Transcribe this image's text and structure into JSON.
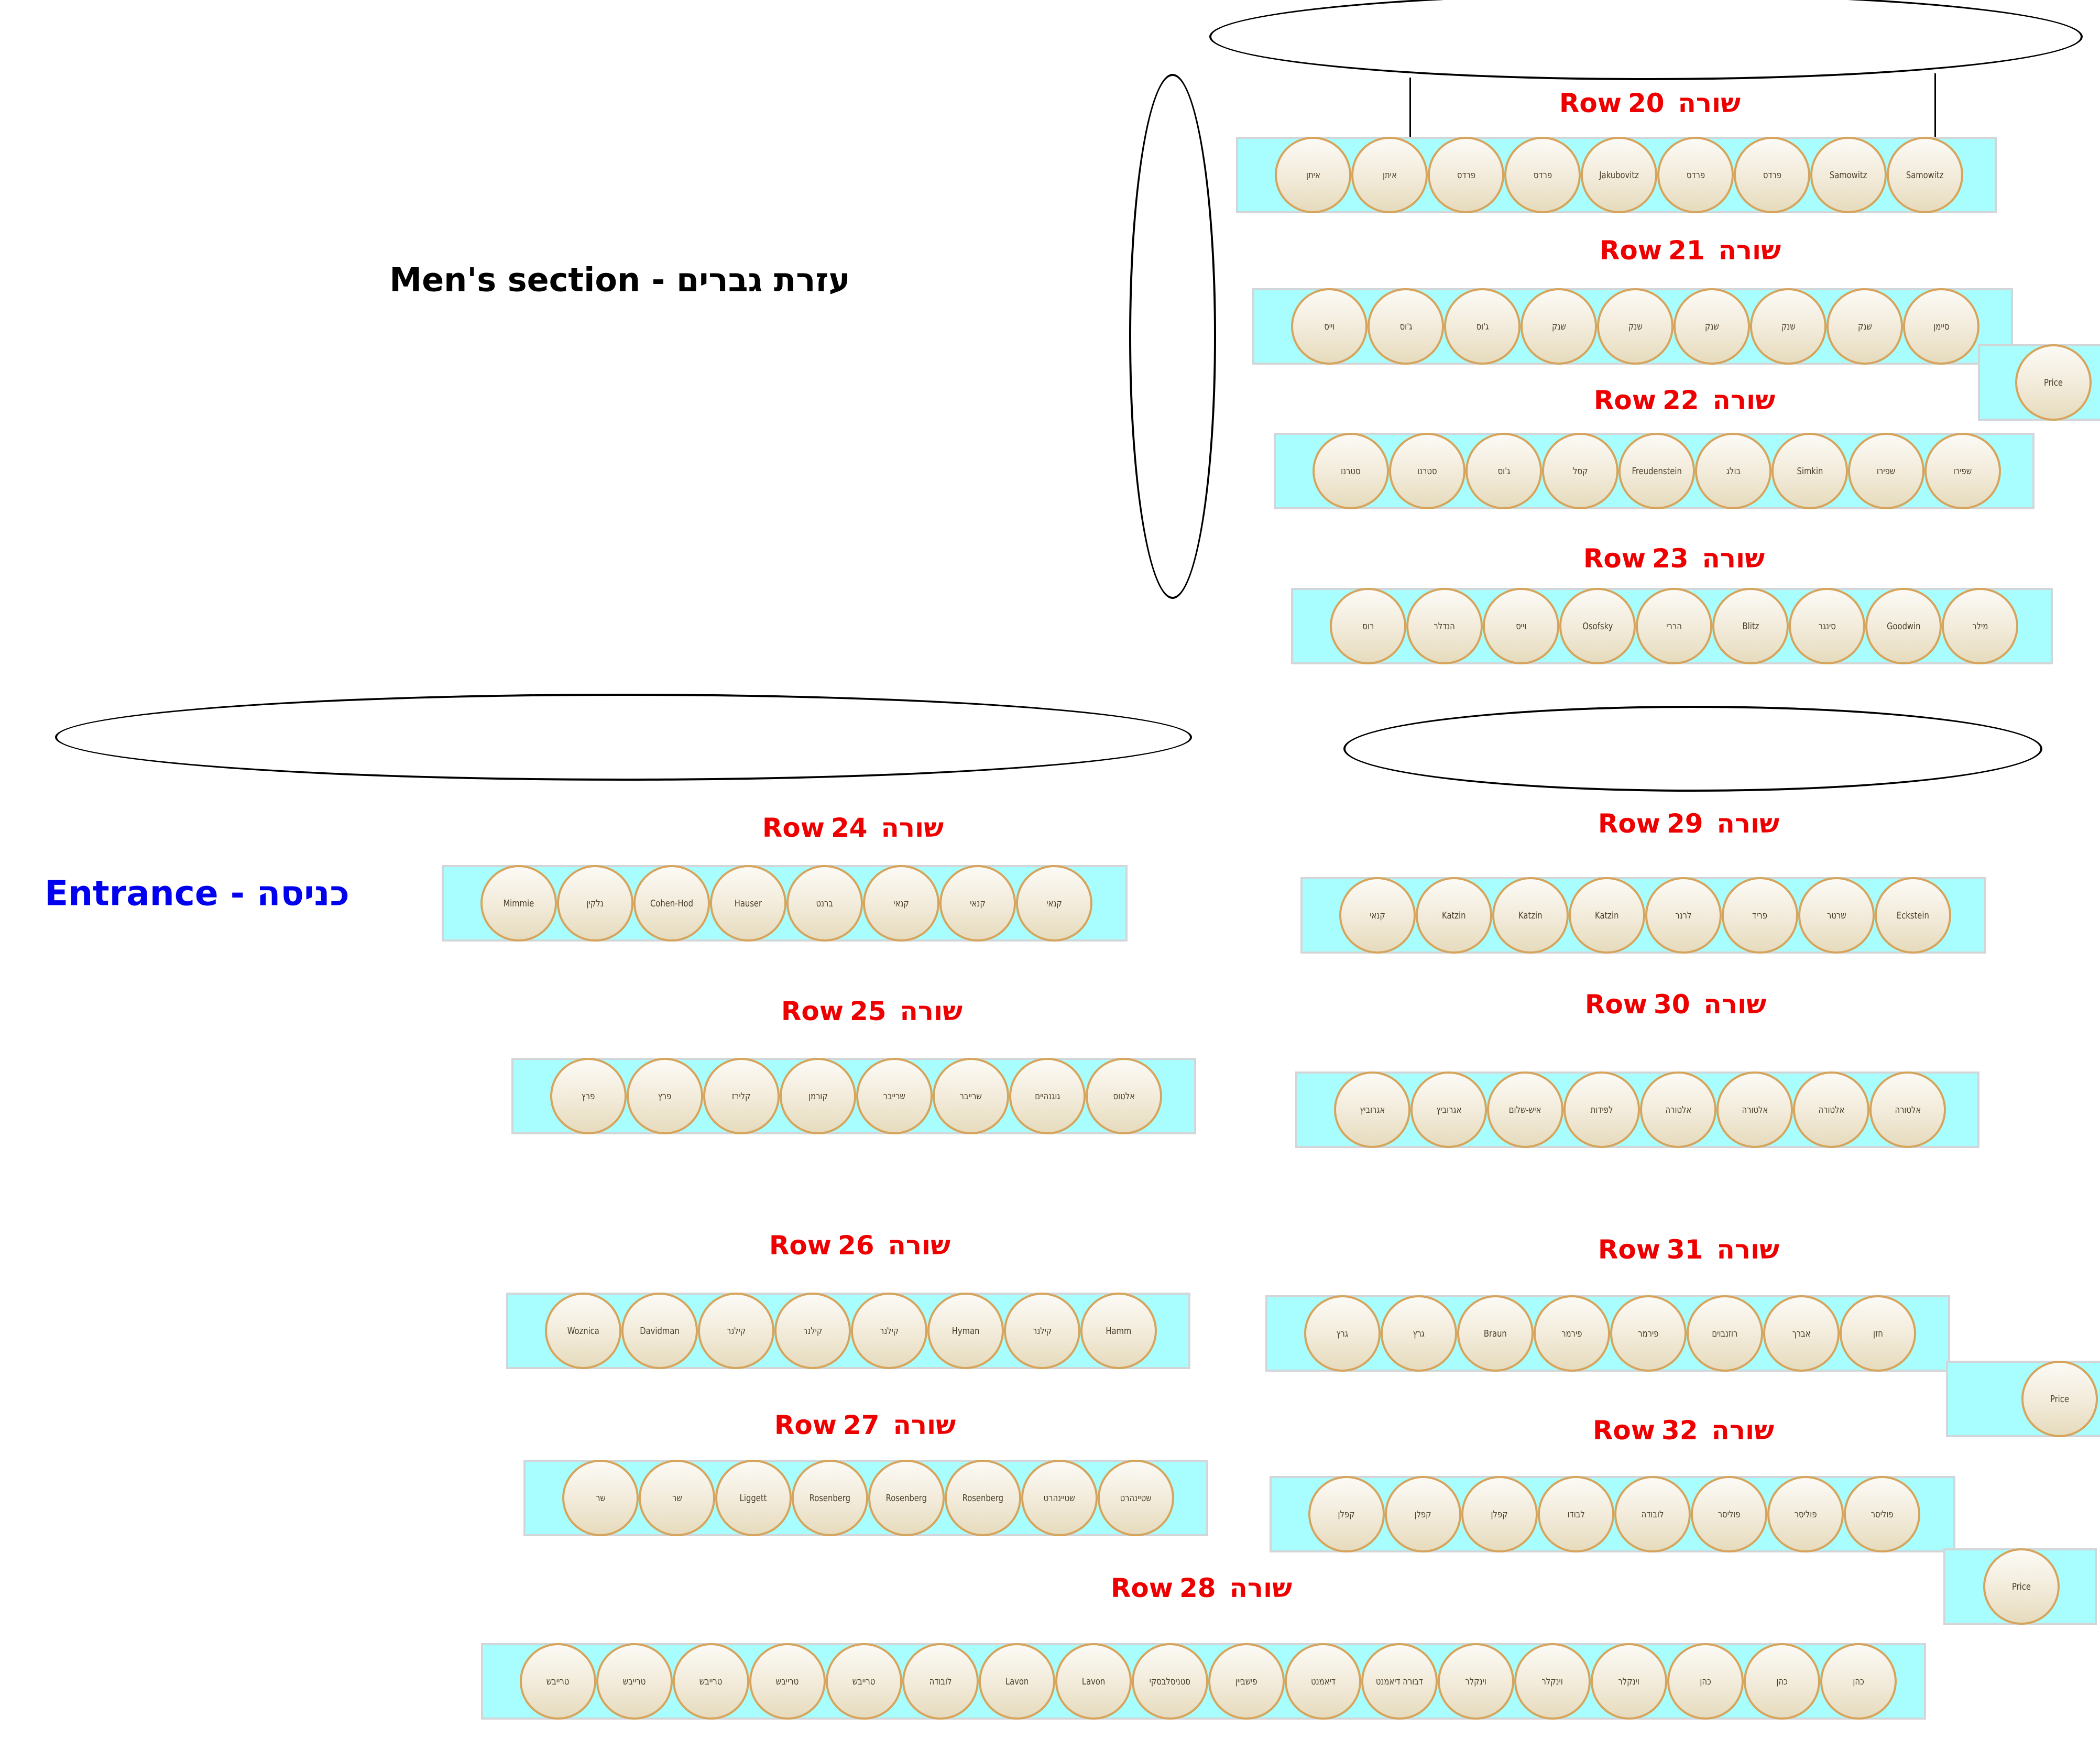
{
  "headings": {
    "mens_section": "Men's section - עזרת גברים",
    "entrance": "Entrance - כניסה"
  },
  "row_word_en": "Row",
  "row_word_he": "שורה",
  "price_label": "Price",
  "colors": {
    "row_label": "#ee0000",
    "entrance": "#0000ee",
    "bench_fill": "#a8fefe",
    "seat_border": "#d6a45c"
  },
  "rows": [
    {
      "number": "20",
      "seats": [
        "איתן",
        "איתן",
        "פרדס",
        "פרדס",
        "Jakubovitz",
        "פרדס",
        "פרדס",
        "Samowitz",
        "Samowitz"
      ]
    },
    {
      "number": "21",
      "seats": [
        "וייס",
        "ג'וס",
        "ג'וס",
        "שנק",
        "שנק",
        "שנק",
        "שנק",
        "שנק",
        "סיימן"
      ]
    },
    {
      "number": "22",
      "seats": [
        "סטרנו",
        "סטרנו",
        "ג'וס",
        "קסל",
        "Freudenstein",
        "בולג",
        "Simkin",
        "שפירו",
        "שפירו"
      ]
    },
    {
      "number": "23",
      "seats": [
        "רוס",
        "הנדלר",
        "וייס",
        "Osofsky",
        "הררי",
        "Blitz",
        "סינגר",
        "Goodwin",
        "מילר"
      ]
    },
    {
      "number": "24",
      "seats": [
        "Mimmie",
        "נלקין",
        "Cohen-Hod",
        "Hauser",
        "ברנט",
        "קנאי",
        "קנאי",
        "קנאי"
      ]
    },
    {
      "number": "25",
      "seats": [
        "פרץ",
        "פרץ",
        "קלירז",
        "קורמן",
        "שרייבר",
        "שרייבר",
        "גוגנהיים",
        "אלטוס"
      ]
    },
    {
      "number": "26",
      "seats": [
        "Woznica",
        "Davidman",
        "קילנר",
        "קילנר",
        "קילנר",
        "Hyman",
        "קילנר",
        "Hamm"
      ]
    },
    {
      "number": "27",
      "seats": [
        "שר",
        "שר",
        "Liggett",
        "Rosenberg",
        "Rosenberg",
        "Rosenberg",
        "שטיינהרט",
        "שטיינהרט"
      ]
    },
    {
      "number": "28",
      "seats": [
        "טרייבש",
        "טרייבש",
        "טרייבש",
        "טרייבש",
        "טרייבש",
        "לובודה",
        "Lavon",
        "Lavon",
        "סטניסלבסקי",
        "פישביין",
        "דיאמנט",
        "דבורה דיאמנט",
        "וינקלר",
        "וינקלר",
        "וינקלר",
        "כהן",
        "כהן",
        "כהן"
      ]
    },
    {
      "number": "29",
      "seats": [
        "קנאי",
        "Katzin",
        "Katzin",
        "Katzin",
        "לרנר",
        "פריד",
        "שרטר",
        "Eckstein"
      ]
    },
    {
      "number": "30",
      "seats": [
        "אגרוביץ",
        "אגרוביץ",
        "איש-שלום",
        "לפידות",
        "אלטורה",
        "אלטורה",
        "אלטורה",
        "אלטורה"
      ]
    },
    {
      "number": "31",
      "seats": [
        "גרץ",
        "גרץ",
        "Braun",
        "פירמר",
        "פירמר",
        "רוזנבוים",
        "אברך",
        "חזן"
      ]
    },
    {
      "number": "32",
      "seats": [
        "קפלן",
        "קפלן",
        "קפלן",
        "לבודו",
        "לובודה",
        "פוליסר",
        "פוליסר",
        "פוליסר"
      ]
    }
  ],
  "price_seats": [
    {
      "after_row": "21",
      "label": "Price"
    },
    {
      "after_row": "31",
      "label": "Price"
    },
    {
      "after_row": "32",
      "label": "Price"
    }
  ]
}
